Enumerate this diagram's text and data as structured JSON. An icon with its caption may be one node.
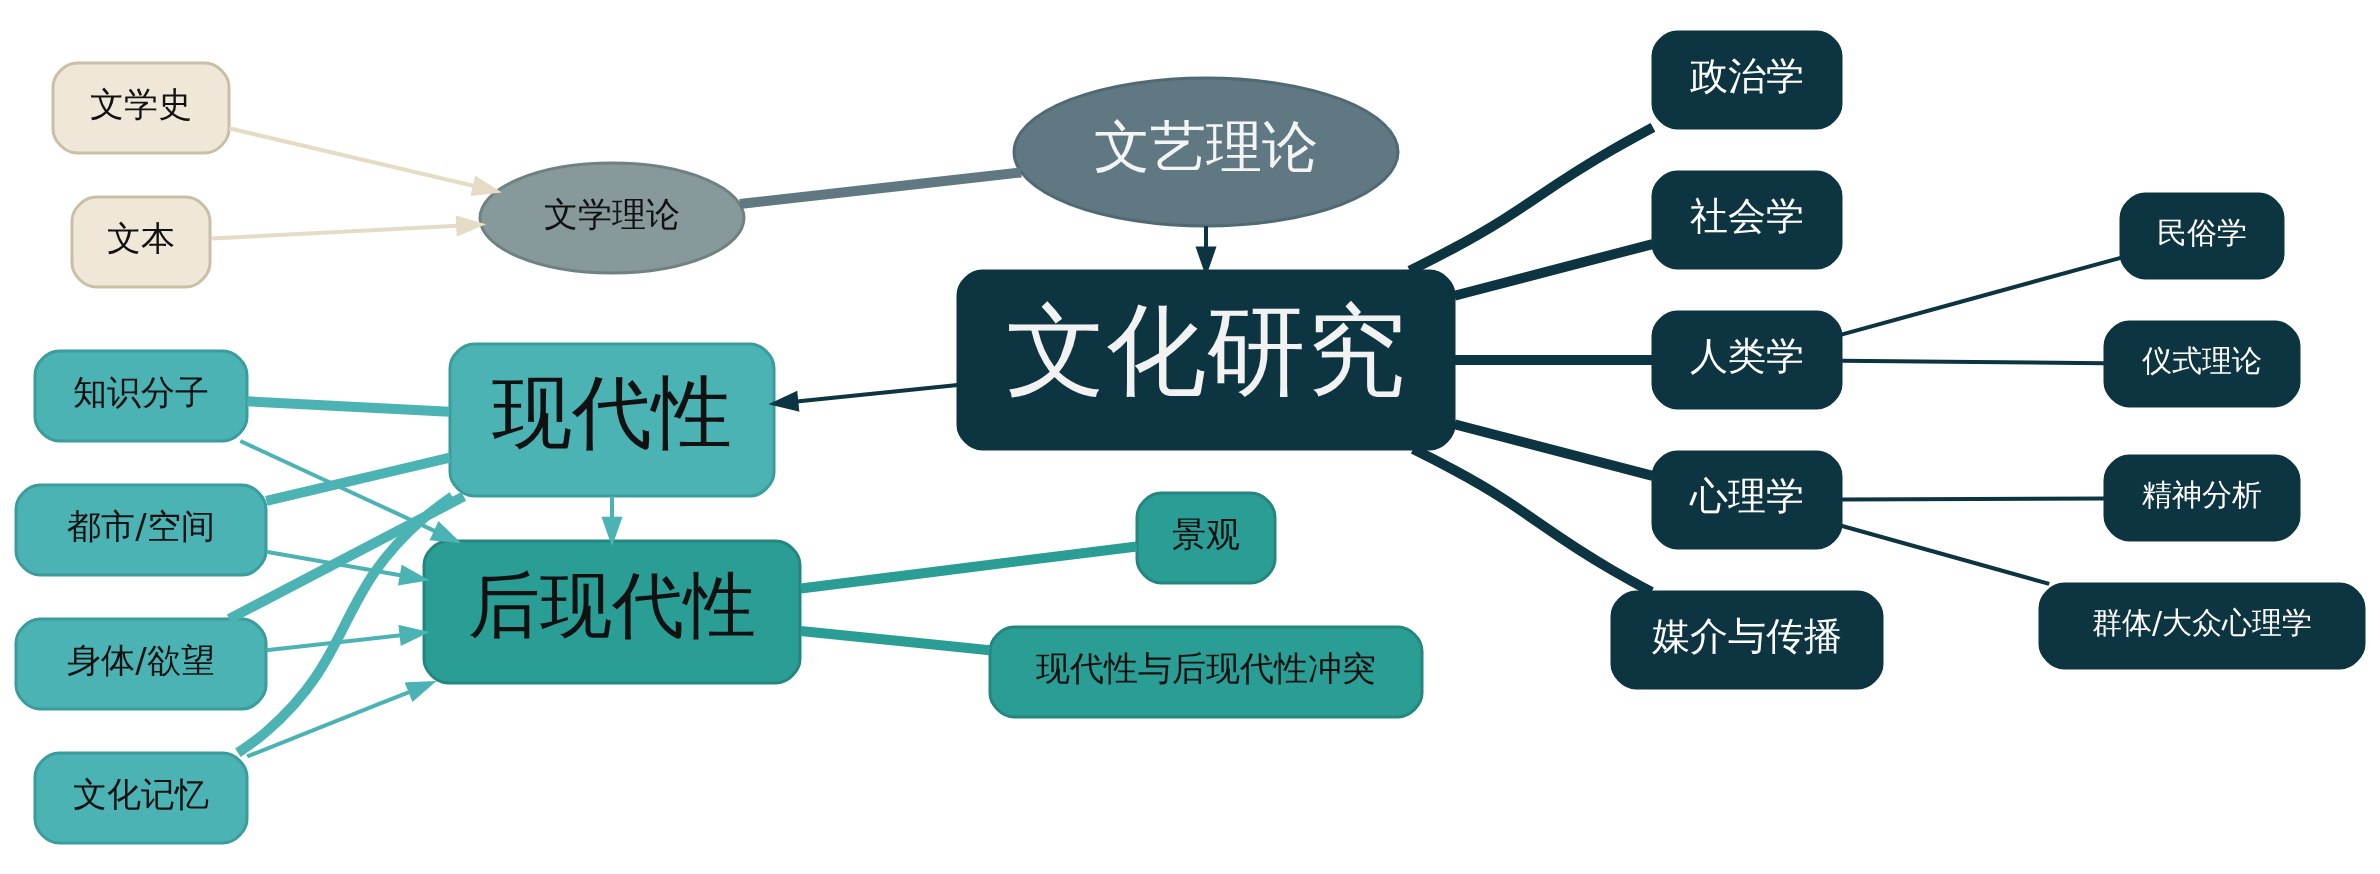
{
  "diagram": {
    "nodes": [
      {
        "text": [
          "文艺理论"
        ]
      },
      {
        "text": [
          "文学理论"
        ]
      },
      {
        "text": [
          "文学史"
        ]
      },
      {
        "text": [
          "文本"
        ]
      },
      {
        "text": [
          "文化研究"
        ]
      },
      {
        "text": [
          "政治学"
        ]
      },
      {
        "text": [
          "社会学"
        ]
      },
      {
        "text": [
          "人类学"
        ]
      },
      {
        "text": [
          "民俗学"
        ]
      },
      {
        "text": [
          "仪式理论"
        ]
      },
      {
        "text": [
          "心理学"
        ]
      },
      {
        "text": [
          "精神分析"
        ]
      },
      {
        "text": [
          "群体/大众心理学"
        ]
      },
      {
        "text": [
          "媒介与传播"
        ]
      },
      {
        "text": [
          "现代性"
        ]
      },
      {
        "text": [
          "知识分子"
        ]
      },
      {
        "text": [
          "都市/空间"
        ]
      },
      {
        "text": [
          "身体/欲望"
        ]
      },
      {
        "text": [
          "文化记忆"
        ]
      },
      {
        "text": [
          "后现代性"
        ]
      },
      {
        "text": [
          "景观"
        ]
      },
      {
        "text": [
          "现代性与后现代性冲突"
        ]
      }
    ],
    "edges": [
      {
        "from": 2,
        "to": 1,
        "arrow": "to",
        "color": "#e6dcc6"
      },
      {
        "from": 3,
        "to": 1,
        "arrow": "to",
        "color": "#e6dcc6"
      },
      {
        "from": 0,
        "to": 1,
        "arrow": "none",
        "style": "thick",
        "color": "#5f7882"
      },
      {
        "from": 0,
        "to": 4,
        "arrow": "to"
      },
      {
        "from": 4,
        "to": 14,
        "arrow": "to"
      },
      {
        "from": 4,
        "to": 5,
        "arrow": "none",
        "style": "thick"
      },
      {
        "from": 4,
        "to": 6,
        "arrow": "none",
        "style": "thick"
      },
      {
        "from": 4,
        "to": 7,
        "arrow": "none",
        "style": "thick"
      },
      {
        "from": 4,
        "to": 10,
        "arrow": "none",
        "style": "thick"
      },
      {
        "from": 4,
        "to": 13,
        "arrow": "none",
        "style": "thick"
      },
      {
        "from": 7,
        "to": 8,
        "arrow": "none"
      },
      {
        "from": 7,
        "to": 9,
        "arrow": "none"
      },
      {
        "from": 10,
        "to": 11,
        "arrow": "none"
      },
      {
        "from": 10,
        "to": 12,
        "arrow": "none"
      },
      {
        "from": 14,
        "to": 15,
        "arrow": "none",
        "style": "thick",
        "color": "#4bb3b3"
      },
      {
        "from": 14,
        "to": 16,
        "arrow": "none",
        "style": "thick",
        "color": "#4bb3b3"
      },
      {
        "from": 14,
        "to": 17,
        "arrow": "none",
        "style": "thick",
        "color": "#4bb3b3"
      },
      {
        "from": 14,
        "to": 18,
        "arrow": "none",
        "style": "thick",
        "color": "#4bb3b3"
      },
      {
        "from": 14,
        "to": 19,
        "arrow": "to",
        "color": "#4bb3b3"
      },
      {
        "from": 15,
        "to": 19,
        "arrow": "to",
        "color": "#4bb3b3"
      },
      {
        "from": 16,
        "to": 19,
        "arrow": "to",
        "color": "#4bb3b3"
      },
      {
        "from": 17,
        "to": 19,
        "arrow": "to",
        "color": "#4bb3b3"
      },
      {
        "from": 18,
        "to": 19,
        "arrow": "to",
        "color": "#4bb3b3"
      },
      {
        "from": 19,
        "to": 20,
        "arrow": "none",
        "style": "thick",
        "color": "#2a9d94"
      },
      {
        "from": 19,
        "to": 21,
        "arrow": "none",
        "style": "thick",
        "color": "#2a9d94"
      }
    ]
  }
}
